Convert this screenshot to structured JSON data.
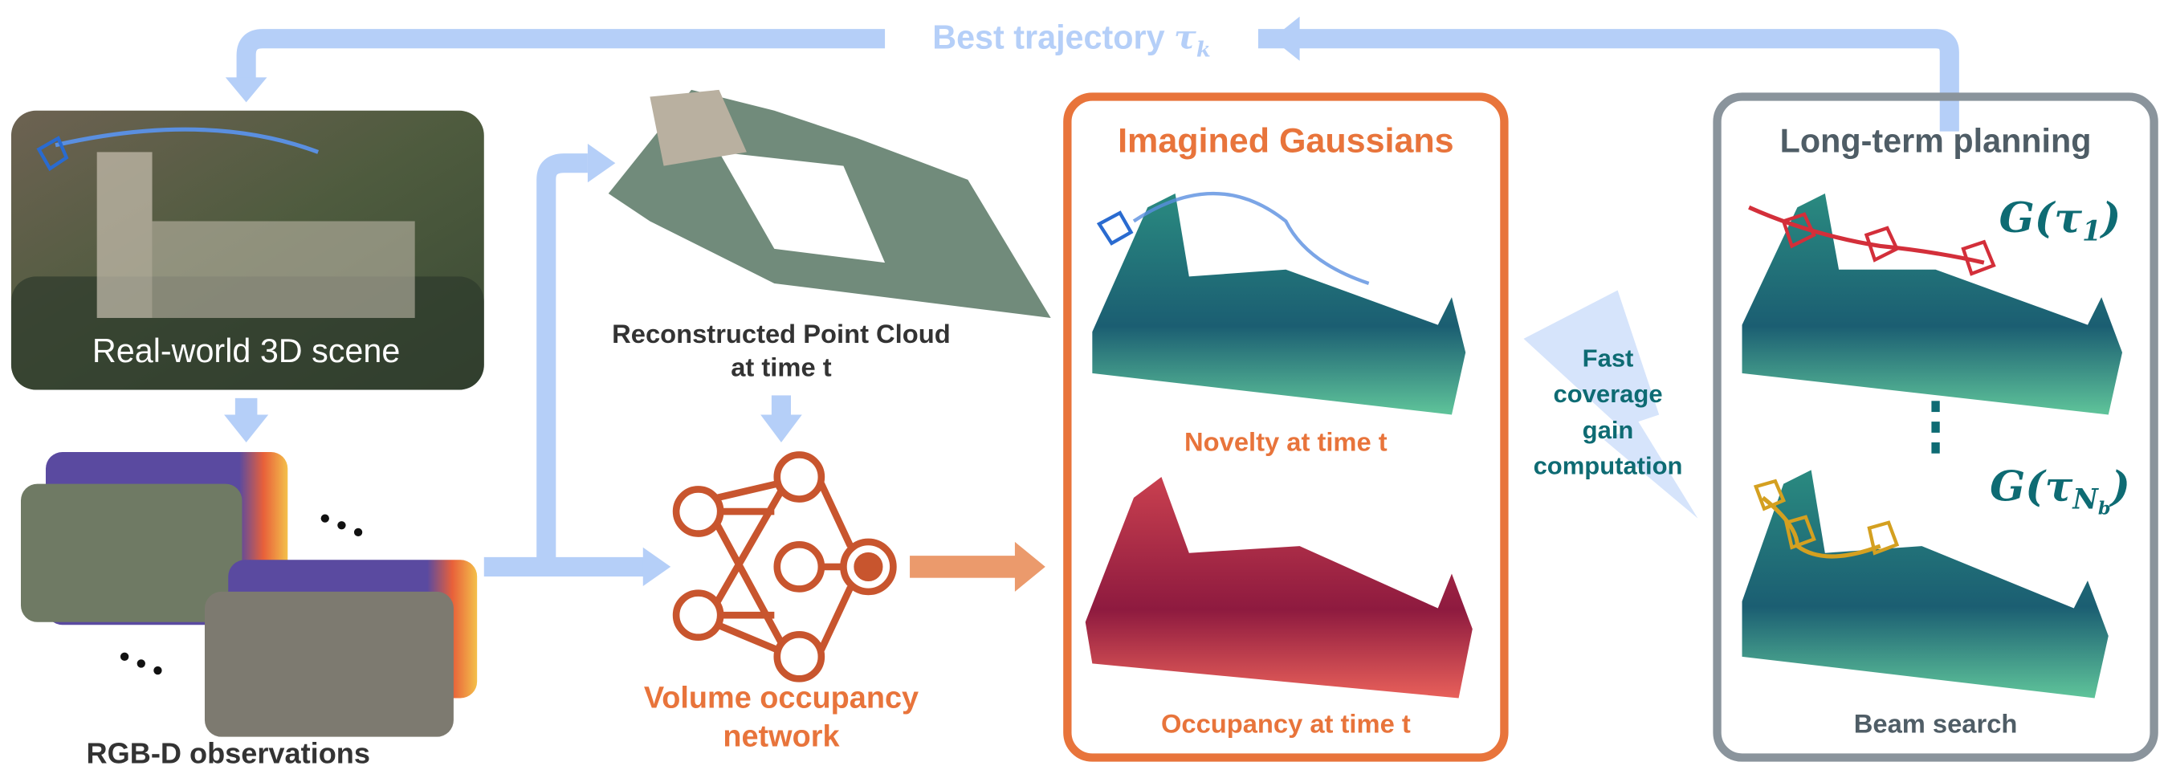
{
  "top_arrow": {
    "label": "Best trajectory ",
    "symbol": "τ",
    "subscript": "k"
  },
  "scene": {
    "label": "Real-world 3D scene"
  },
  "observations": {
    "label": "RGB-D observations"
  },
  "point_cloud": {
    "line1": "Reconstructed Point Cloud",
    "line2": "at time t"
  },
  "network": {
    "line1": "Volume occupancy",
    "line2": "network"
  },
  "imagined": {
    "title": "Imagined Gaussians",
    "novelty": "Novelty at time t",
    "occupancy": "Occupancy at time t"
  },
  "fast": {
    "lines": [
      "Fast",
      "coverage",
      "gain",
      "computation"
    ]
  },
  "planning": {
    "title": "Long-term planning",
    "g1": "G(τ",
    "g1_sub": "1",
    "g1_close": ")",
    "gn": "G(τ",
    "gn_sub": "N",
    "gn_subsub": "b",
    "gn_close": ")",
    "footer": "Beam search"
  },
  "colors": {
    "blue": "#b5cff8",
    "orange": "#e8743b",
    "teal": "#0e6b73",
    "gray": "#8a949c"
  }
}
